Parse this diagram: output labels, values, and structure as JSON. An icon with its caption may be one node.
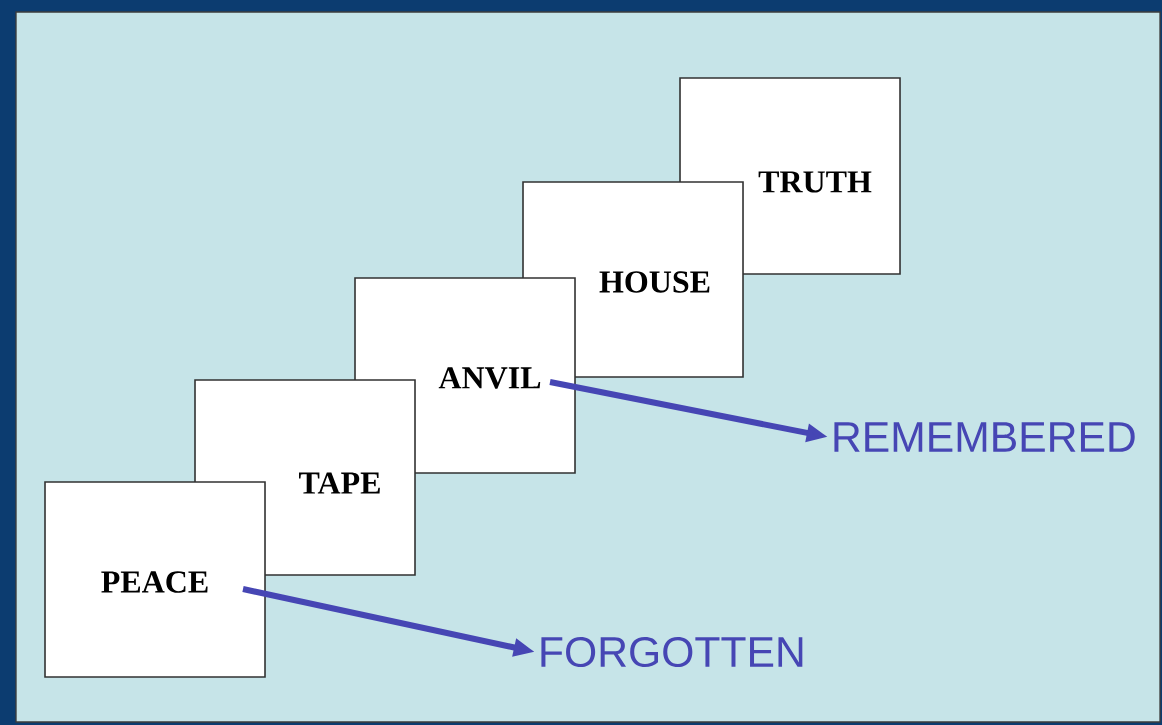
{
  "diagram": {
    "nodes": [
      {
        "text": [
          "TRUTH"
        ]
      },
      {
        "text": [
          "HOUSE"
        ]
      },
      {
        "text": [
          "ANVIL"
        ]
      },
      {
        "text": [
          "TAPE"
        ]
      },
      {
        "text": [
          "PEACE"
        ]
      },
      {
        "text": [
          "REMEMBERED"
        ]
      },
      {
        "text": [
          "FORGOTTEN"
        ]
      }
    ],
    "edges": [
      {
        "from": 2,
        "to": 5,
        "arrow": "to"
      },
      {
        "from": 4,
        "to": 6,
        "arrow": "to"
      }
    ]
  }
}
